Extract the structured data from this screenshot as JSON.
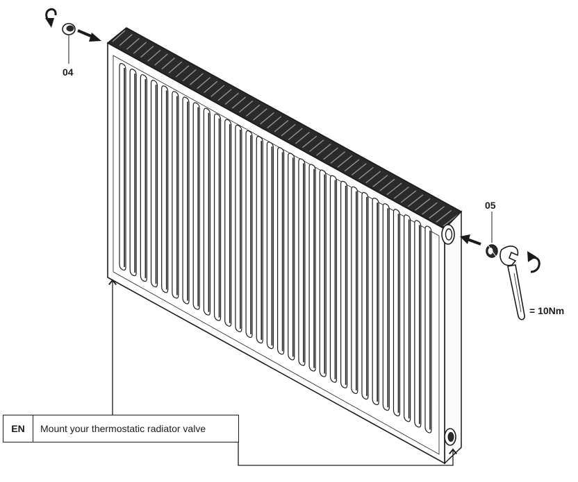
{
  "labels": {
    "part_04": "04",
    "part_05": "05",
    "torque": "= 10Nm"
  },
  "caption": {
    "language": "EN",
    "instruction": "Mount your thermostatic radiator valve"
  },
  "radiator": {
    "fin_count": 30,
    "grille_slot_count": 48
  },
  "icons": [
    "rotate-arrow-icon",
    "cap-plug-icon",
    "direction-arrow-icon",
    "valve-insert-icon",
    "wrench-icon",
    "pointer-arrow-icon"
  ],
  "colors": {
    "line": "#1a1a1a",
    "background": "#ffffff"
  }
}
